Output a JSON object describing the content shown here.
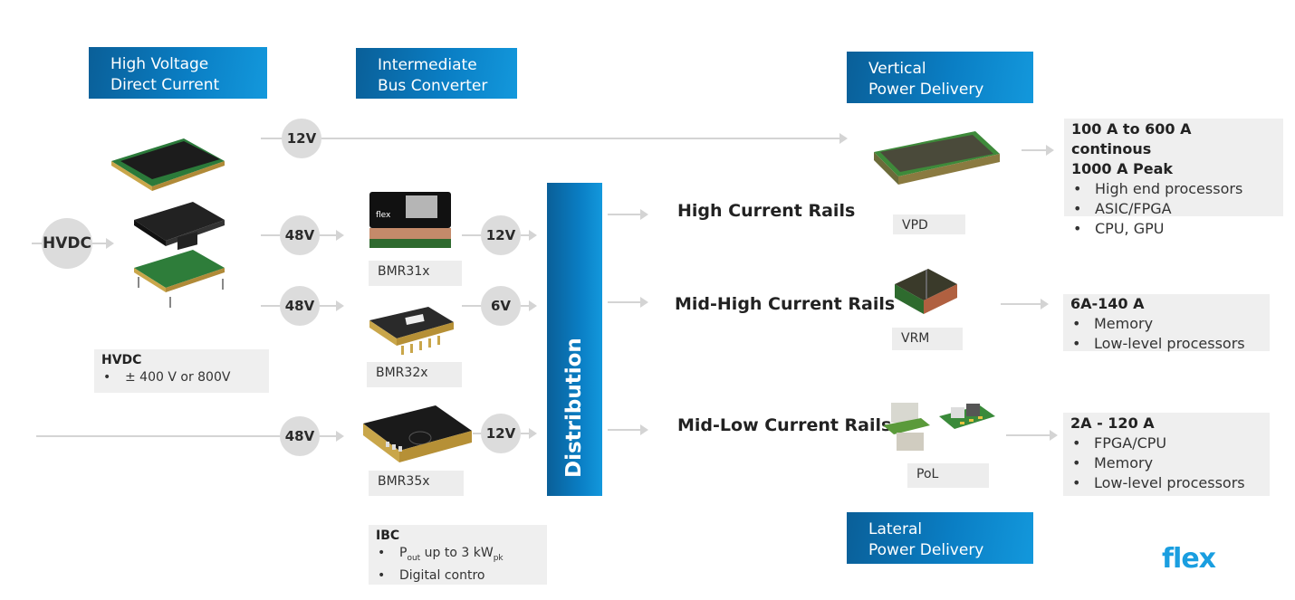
{
  "headers": {
    "hvdc": [
      "High Voltage",
      "Direct Current"
    ],
    "ibc": [
      "Intermediate",
      "Bus Converter"
    ],
    "vertical": [
      "Vertical",
      "Power Delivery"
    ],
    "lateral": [
      "Lateral",
      "Power Delivery"
    ]
  },
  "source_badge": "HVDC",
  "voltages": {
    "top_bypass": "12V",
    "in_1": "48V",
    "in_2": "48V",
    "in_3": "48V",
    "out_1": "12V",
    "out_2": "6V",
    "out_3": "12V"
  },
  "products": {
    "bmr31": "BMR31x",
    "bmr32": "BMR32x",
    "bmr35": "BMR35x",
    "vpd": "VPD",
    "vrm": "VRM",
    "pol": "PoL"
  },
  "hvdc_info": {
    "title": "HVDC",
    "items": [
      "± 400 V or 800V"
    ]
  },
  "ibc_info": {
    "title": "IBC",
    "pout_prefix": "P",
    "pout_sub": "out",
    "pout_mid": " up to 3 kW",
    "pout_sub2": "pk",
    "items": [
      "Digital contro"
    ]
  },
  "distribution_label": "Distribution",
  "rails": {
    "high": "High Current Rails",
    "mid_high": "Mid-High Current Rails",
    "mid_low": "Mid-Low Current Rails"
  },
  "vpd_info": {
    "title_lines": [
      "100 A to 600 A continous",
      "1000 A Peak"
    ],
    "items": [
      "High end processors",
      "ASIC/FPGA",
      "CPU, GPU"
    ]
  },
  "vrm_info": {
    "title": "6A-140 A",
    "items": [
      "Memory",
      "Low-level processors"
    ]
  },
  "pol_info": {
    "title": "2A - 120 A",
    "items": [
      "FPGA/CPU",
      "Memory",
      "Low-level processors"
    ]
  },
  "logo": "flex",
  "colors": {
    "header_blue": "#0a7ec4",
    "logo_blue": "#1a9ee0",
    "badge_gray": "#dcdcdc"
  }
}
